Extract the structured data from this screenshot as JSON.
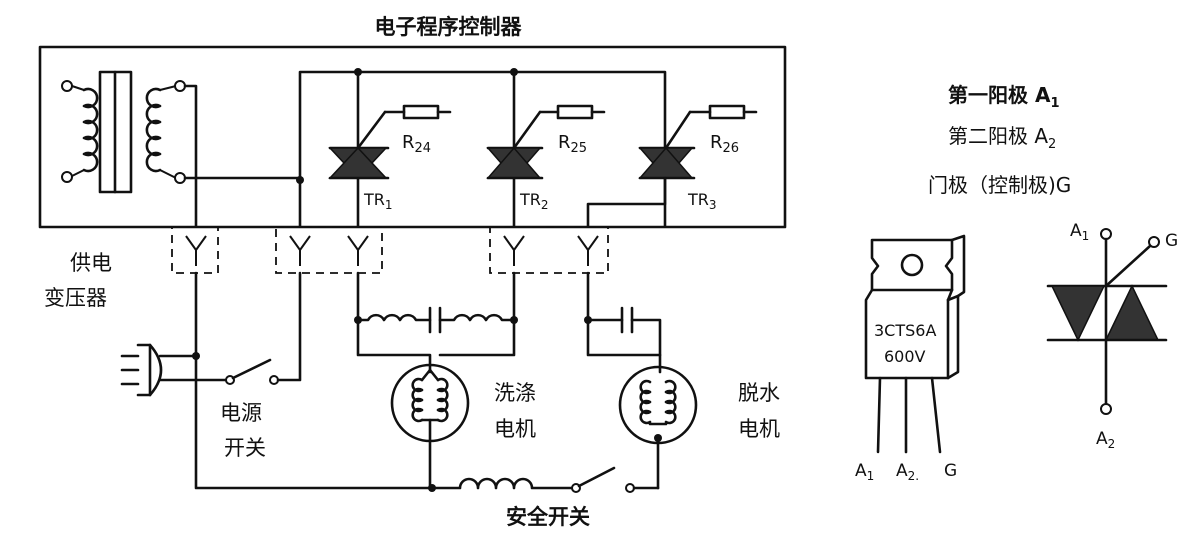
{
  "controller": {
    "title": "电子程序控制器"
  },
  "transformer": {
    "label_line1": "供电",
    "label_line2": "变压器"
  },
  "triacs": [
    {
      "name": "TR",
      "sub": "1",
      "resistor": "R",
      "rsub": "24"
    },
    {
      "name": "TR",
      "sub": "2",
      "resistor": "R",
      "rsub": "25"
    },
    {
      "name": "TR",
      "sub": "3",
      "resistor": "R",
      "rsub": "26"
    }
  ],
  "switches": {
    "power_line1": "电源",
    "power_line2": "开关",
    "safety": "安全开关"
  },
  "motors": {
    "wash_line1": "洗涤",
    "wash_line2": "电机",
    "spin_line1": "脱水",
    "spin_line2": "电机"
  },
  "legend": {
    "a1": "第一阳极 A",
    "a1_sub": "1",
    "a2": "第二阳极 A",
    "a2_sub": "2",
    "gate": "门极（控制极)G"
  },
  "package": {
    "marking_line1": "3CTS6A",
    "marking_line2": "600V",
    "pin1": "A",
    "pin1_sub": "1",
    "pin2": "A",
    "pin2_sub": "2.",
    "pin3": "G"
  },
  "symbol": {
    "top": "A",
    "top_sub": "1",
    "gate": "G",
    "bottom": "A",
    "bottom_sub": "2"
  }
}
